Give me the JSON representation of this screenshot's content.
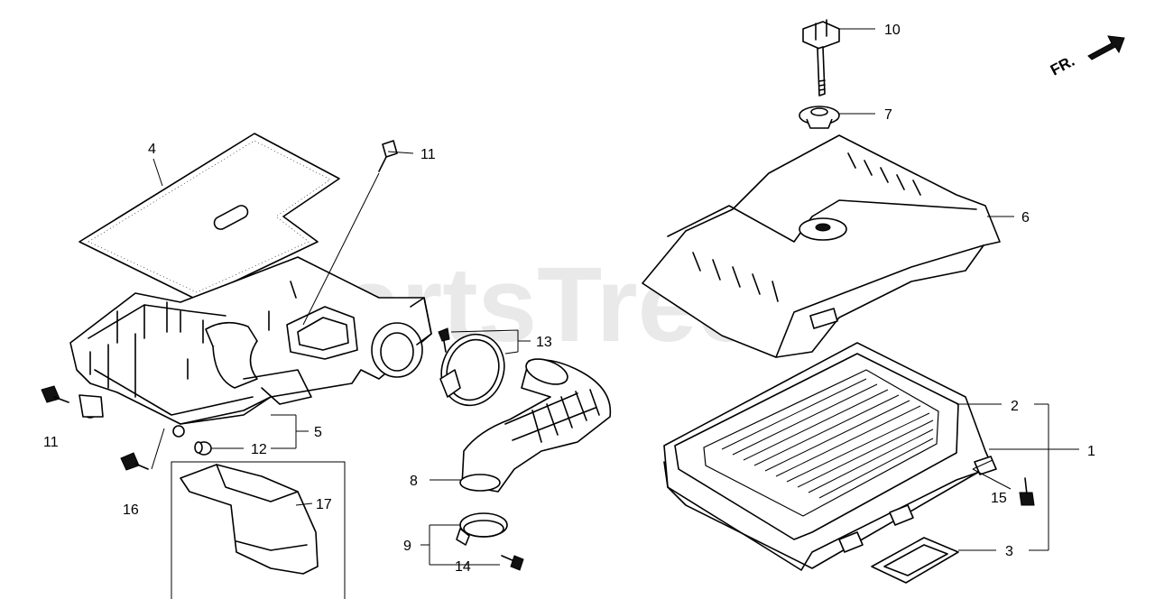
{
  "watermark": {
    "text": "PartsTree",
    "trademark": "™"
  },
  "direction_indicator": {
    "label": "FR."
  },
  "callouts": {
    "c1": "1",
    "c2": "2",
    "c3": "3",
    "c4": "4",
    "c5": "5",
    "c6": "6",
    "c7": "7",
    "c8": "8",
    "c9": "9",
    "c10": "10",
    "c11a": "11",
    "c11b": "11",
    "c12": "12",
    "c13": "13",
    "c14": "14",
    "c15": "15",
    "c16": "16",
    "c17": "17"
  }
}
